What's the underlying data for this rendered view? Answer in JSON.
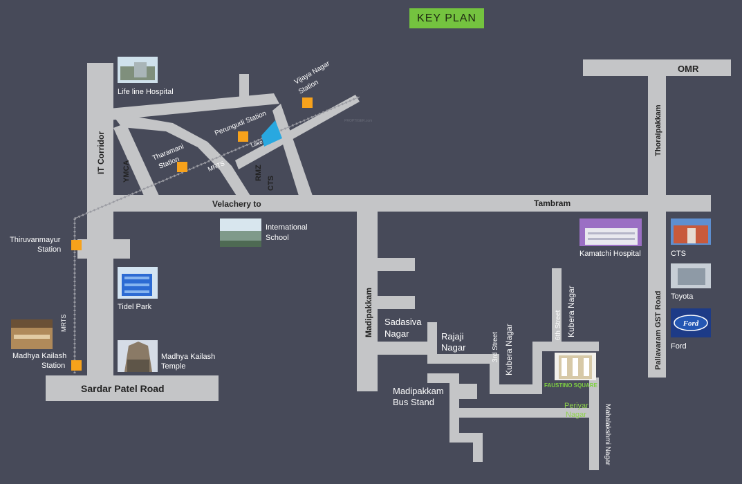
{
  "title": "KEY PLAN",
  "colors": {
    "background": "#474a59",
    "road": "#c4c5c7",
    "station": "#f7a21b",
    "lake": "#29a8e0",
    "title_bg": "#74c33f",
    "project": "#74c33f"
  },
  "roads": {
    "omr": "OMR",
    "thoraipakkam": "Thoraipakkam",
    "it_corridor": "IT Corridor",
    "ymca": "YMCA",
    "rmz": "RMZ",
    "cts": "CTS",
    "velachery": "Velachery to",
    "tambram": "Tambram",
    "madipakkam": "Madipakkam",
    "pallavaram": "Pallavaram GST Road",
    "sardar": "Sardar Patel Road",
    "mrts_top": "MRTS",
    "mrts_left": "MRTS",
    "third_street": "3rd Street",
    "sixth_street": "6th Street",
    "kubera1": "Kubera Nagar",
    "kubera2": "Kubera Nagar",
    "mahalakshmi": "Mahalakshmi Nagar"
  },
  "areas": {
    "sadasiva_1": "Sadasiva",
    "sadasiva_2": "Nagar",
    "rajaji_1": "Rajaji",
    "rajaji_2": "Nagar",
    "busstand_1": "Madipakkam",
    "busstand_2": "Bus Stand",
    "periyar_1": "Periyar",
    "periyar_2": "Nagar",
    "lake": "Lake"
  },
  "stations": {
    "vijaya_1": "Vijaya Nagar",
    "vijaya_2": "Station",
    "perungudi": "Perungudi Station",
    "tharamani_1": "Tharamani",
    "tharamani_2": "Station",
    "thiruvanmayur_1": "Thiruvanmayur",
    "thiruvanmayur_2": "Station",
    "madhya_st_1": "Madhya Kailash",
    "madhya_st_2": "Station"
  },
  "landmarks": {
    "lifeline": "Life line Hospital",
    "intl_1": "International",
    "intl_2": "School",
    "tidel": "Tidel Park",
    "temple_1": "Madhya Kailash",
    "temple_2": "Temple",
    "kamatchi": "Kamatchi Hospital",
    "cts": "CTS",
    "toyota": "Toyota",
    "ford": "Ford",
    "ford_logo": "Ford",
    "project": "FAUSTINO SQUARE"
  },
  "watermark": "PROPTIGER.com"
}
